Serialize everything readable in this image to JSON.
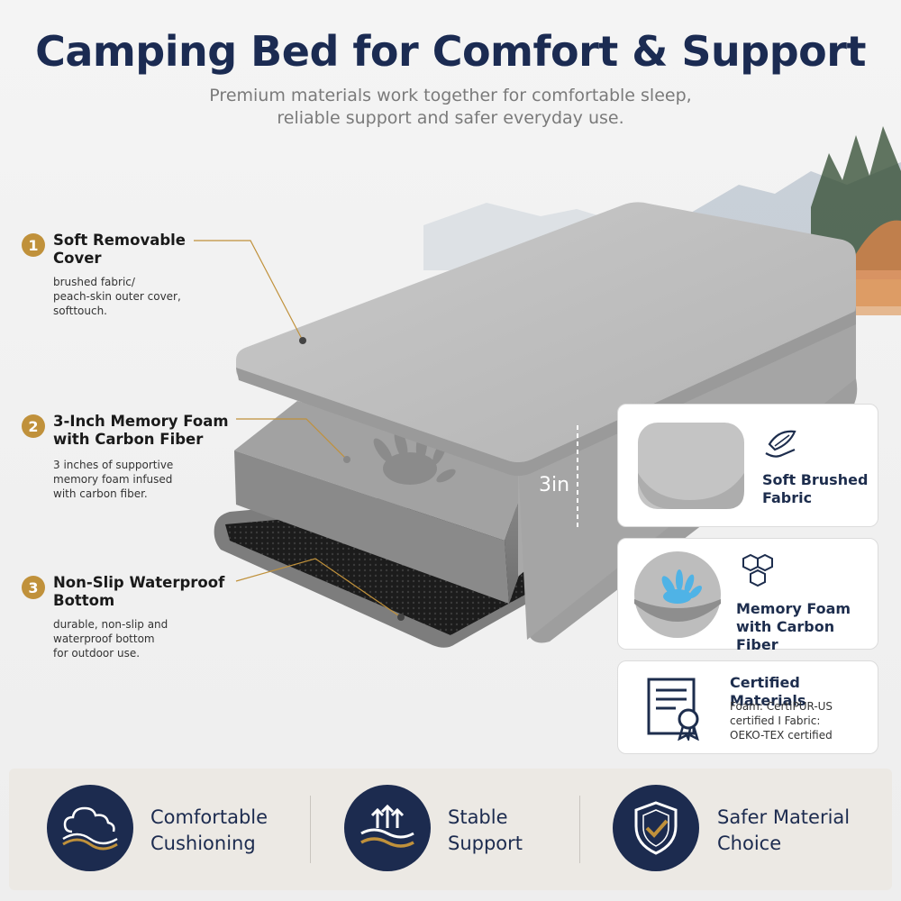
{
  "header": {
    "title": "Camping Bed for Comfort & Support",
    "subtitle_line1": "Premium materials work together for comfortable sleep,",
    "subtitle_line2": "reliable support and safer everyday use."
  },
  "features": [
    {
      "number": "1",
      "title_line1": "Soft Removable",
      "title_line2": "Cover",
      "desc_line1": "brushed fabric/",
      "desc_line2": "peach-skin outer cover,",
      "desc_line3": "softtouch."
    },
    {
      "number": "2",
      "title_line1": "3-Inch Memory Foam",
      "title_line2": "with Carbon Fiber",
      "desc_line1": "3 inches of supportive",
      "desc_line2": "memory foam infused",
      "desc_line3": "with carbon fiber."
    },
    {
      "number": "3",
      "title_line1": "Non-Slip Waterproof",
      "title_line2": "Bottom",
      "desc_line1": "durable, non-slip and",
      "desc_line2": "waterproof bottom",
      "desc_line3": "for outdoor use."
    }
  ],
  "thickness_label": "3in",
  "cards": [
    {
      "icon": "feather-hand-icon",
      "label_line1": "Soft Brushed",
      "label_line2": "Fabric"
    },
    {
      "icon": "honeycomb-icon",
      "label_line1": "Memory Foam",
      "label_line2": "with Carbon Fiber"
    },
    {
      "icon": "certificate-icon",
      "label": "Certified Materials",
      "desc_line1": "Foam: CertiPUR-US",
      "desc_line2": "certified I Fabric:",
      "desc_line3": "OEKO-TEX certified"
    }
  ],
  "benefits": [
    {
      "icon": "cloud-cushion-icon",
      "label_line1": "Comfortable",
      "label_line2": "Cushioning"
    },
    {
      "icon": "support-arrows-icon",
      "label_line1": "Stable",
      "label_line2": "Support"
    },
    {
      "icon": "shield-check-icon",
      "label_line1": "Safer Material",
      "label_line2": "Choice"
    }
  ],
  "colors": {
    "navy": "#1b2b52",
    "gold": "#c0913b",
    "mattress_gray": "#b9b9b9"
  }
}
